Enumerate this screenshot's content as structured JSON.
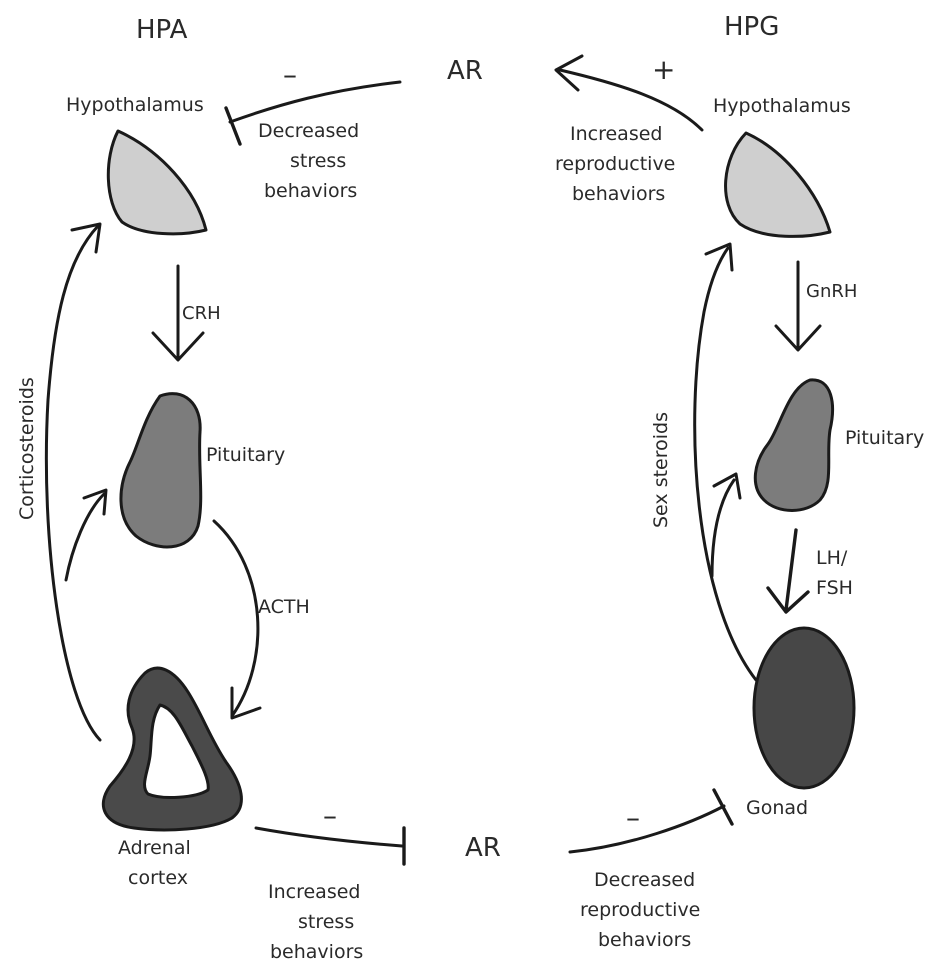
{
  "hpa": {
    "title": "HPA",
    "hypothalamus": "Hypothalamus",
    "crh": "CRH",
    "pituitary": "Pituitary",
    "acth": "ACTH",
    "adrenal_line1": "Adrenal",
    "adrenal_line2": "cortex",
    "feedback": "Corticosteroids"
  },
  "hpg": {
    "title": "HPG",
    "hypothalamus": "Hypothalamus",
    "gnrh": "GnRH",
    "pituitary": "Pituitary",
    "lhfsh_line1": "LH/",
    "lhfsh_line2": "FSH",
    "gonad": "Gonad",
    "feedback": "Sex steroids"
  },
  "top": {
    "ar": "AR",
    "minus": "–",
    "plus": "+",
    "decreased_stress": [
      "Decreased",
      "stress",
      "behaviors"
    ],
    "increased_reproductive": [
      "Increased",
      "reproductive",
      "behaviors"
    ]
  },
  "bottom": {
    "ar": "AR",
    "minus_left": "–",
    "minus_right": "–",
    "increased_stress": [
      "Increased",
      "stress",
      "behaviors"
    ],
    "decreased_reproductive": [
      "Decreased",
      "reproductive",
      "behaviors"
    ]
  },
  "colors": {
    "hypothalamus_fill": "#cfcfcf",
    "pituitary_fill": "#7c7c7c",
    "adrenal_fill": "#4a4a4a",
    "gonad_fill": "#474747"
  }
}
